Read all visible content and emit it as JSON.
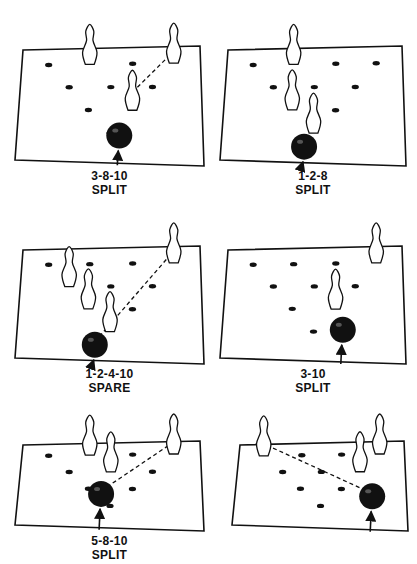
{
  "diagram": {
    "labels": [
      "3-8-10",
      "SPLIT",
      "1-2-8",
      "SPLIT",
      "1-2-4-10",
      "SPARE",
      "3-10",
      "SPLIT",
      "5-8-10",
      "SPLIT"
    ]
  }
}
